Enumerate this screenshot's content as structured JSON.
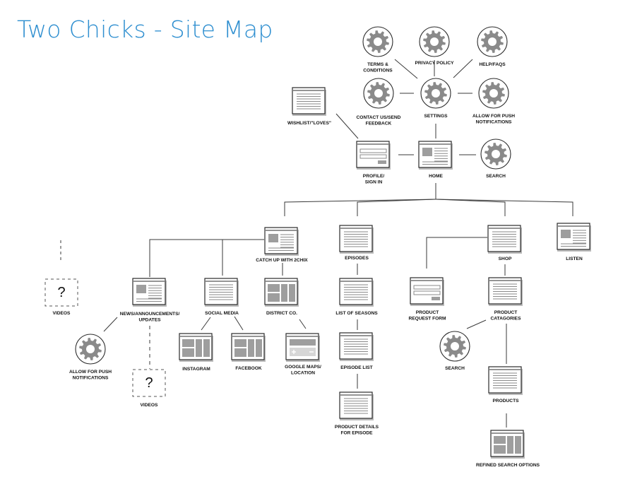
{
  "title": "Two Chicks - Site Map",
  "accent_color": "#2f8fd0",
  "nodes": [
    {
      "id": "terms",
      "kind": "gear",
      "icon": "gear-icon",
      "label": [
        "TERMS &",
        "CONDITIONS"
      ]
    },
    {
      "id": "privacy",
      "kind": "gear",
      "icon": "gear-icon",
      "label": [
        "PRIVACY POLICY"
      ]
    },
    {
      "id": "help",
      "kind": "gear",
      "icon": "gear-icon",
      "label": [
        "HELP/FAQS"
      ]
    },
    {
      "id": "contact",
      "kind": "gear",
      "icon": "gear-icon",
      "label": [
        "CONTACT US/SEND",
        "FEEDBACK"
      ]
    },
    {
      "id": "settings",
      "kind": "gear",
      "icon": "gear-icon",
      "label": [
        "SETTINGS"
      ]
    },
    {
      "id": "push-top",
      "kind": "gear",
      "icon": "gear-icon",
      "label": [
        "ALLOW FOR PUSH",
        "NOTIFICATIONS"
      ]
    },
    {
      "id": "wishlist",
      "kind": "list",
      "icon": "list-page-icon",
      "label": [
        "WISHLIST/\"LOVES\""
      ]
    },
    {
      "id": "profile",
      "kind": "form",
      "icon": "form-page-icon",
      "label": [
        "PROFILE/",
        "SIGN IN"
      ]
    },
    {
      "id": "home",
      "kind": "media",
      "icon": "media-page-icon",
      "label": [
        "HOME"
      ]
    },
    {
      "id": "search-top",
      "kind": "gear",
      "icon": "gear-icon",
      "label": [
        "SEARCH"
      ]
    },
    {
      "id": "catchup",
      "kind": "media",
      "icon": "media-page-icon",
      "label": [
        "CATCH UP WITH 2CHIX"
      ]
    },
    {
      "id": "episodes",
      "kind": "list",
      "icon": "list-page-icon",
      "label": [
        "EPISODES"
      ]
    },
    {
      "id": "shop",
      "kind": "list",
      "icon": "list-page-icon",
      "label": [
        "SHOP"
      ]
    },
    {
      "id": "listen",
      "kind": "media",
      "icon": "media-page-icon",
      "label": [
        "LISTEN"
      ]
    },
    {
      "id": "videos-left",
      "kind": "question",
      "icon": "question-icon",
      "glyph": "?",
      "label": [
        "VIDEOS"
      ]
    },
    {
      "id": "news",
      "kind": "media",
      "icon": "media-page-icon",
      "label": [
        "NEWS/ANNOUNCEMENTS/",
        "UPDATES"
      ]
    },
    {
      "id": "social",
      "kind": "list",
      "icon": "list-page-icon",
      "label": [
        "SOCIAL MEDIA"
      ]
    },
    {
      "id": "district",
      "kind": "grid",
      "icon": "grid-page-icon",
      "label": [
        "DISTRICT CO."
      ]
    },
    {
      "id": "seasons",
      "kind": "list",
      "icon": "list-page-icon",
      "label": [
        "LIST OF SEASONS"
      ]
    },
    {
      "id": "request",
      "kind": "form",
      "icon": "form-page-icon",
      "label": [
        "PRODUCT",
        "REQUEST FORM"
      ]
    },
    {
      "id": "categories",
      "kind": "list",
      "icon": "list-page-icon",
      "label": [
        "PRODUCT",
        "CATAGORIES"
      ]
    },
    {
      "id": "push-left",
      "kind": "gear",
      "icon": "gear-icon",
      "label": [
        "ALLOW FOR PUSH",
        "NOTIFICATIONS"
      ]
    },
    {
      "id": "instagram",
      "kind": "grid",
      "icon": "grid-page-icon",
      "label": [
        "INSTAGRAM"
      ]
    },
    {
      "id": "facebook",
      "kind": "grid",
      "icon": "grid-page-icon",
      "label": [
        "FACEBOOK"
      ]
    },
    {
      "id": "maps",
      "kind": "map",
      "icon": "map-page-icon",
      "label": [
        "GOOGLE MAPS/",
        "LOCATION"
      ]
    },
    {
      "id": "episode-list",
      "kind": "list",
      "icon": "list-page-icon",
      "label": [
        "EPISODE LIST"
      ]
    },
    {
      "id": "search-shop",
      "kind": "gear",
      "icon": "gear-icon",
      "label": [
        "SEARCH"
      ]
    },
    {
      "id": "videos-news",
      "kind": "question",
      "icon": "question-icon",
      "glyph": "?",
      "label": [
        "VIDEOS"
      ]
    },
    {
      "id": "products",
      "kind": "list",
      "icon": "list-page-icon",
      "label": [
        "PRODUCTS"
      ]
    },
    {
      "id": "product-details",
      "kind": "list",
      "icon": "list-page-icon",
      "label": [
        "PRODUCT DETAILS",
        "FOR EPISODE"
      ]
    },
    {
      "id": "refined",
      "kind": "grid",
      "icon": "grid-page-icon",
      "label": [
        "REFINED SEARCH OPTIONS"
      ]
    }
  ]
}
